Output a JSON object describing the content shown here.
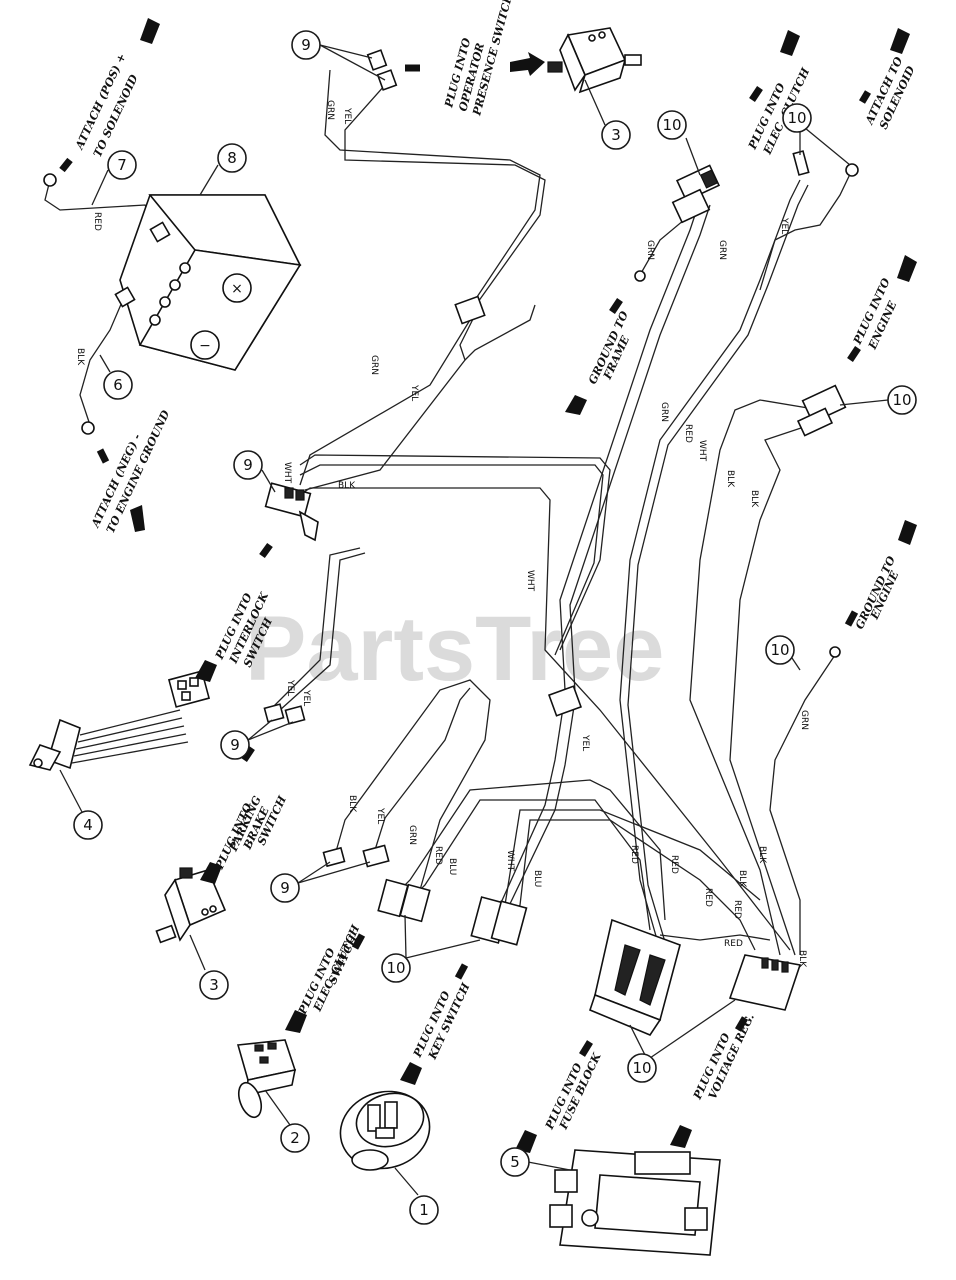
{
  "watermark": "PartsTree",
  "callouts": [
    "9",
    "3",
    "7",
    "8",
    "6",
    "10",
    "10",
    "10",
    "9",
    "4",
    "9",
    "3",
    "9",
    "2",
    "10",
    "1",
    "10",
    "5",
    "10"
  ],
  "notes": {
    "attach_pos": "ATTACH (POS) +",
    "to_solenoid": "TO SOLENOID",
    "plug_operator": "PLUG INTO",
    "operator_presence": "OPERATOR",
    "presence_switch": "PRESENCE SWITCH",
    "plug_clutch_top": "PLUG INTO",
    "elec_clutch_top": "ELEC. CLUTCH",
    "attach_solenoid": "ATTACH TO",
    "solenoid": "SOLENOID",
    "ground_frame": "GROUND TO",
    "frame": "FRAME",
    "plug_engine": "PLUG INTO",
    "engine": "ENGINE",
    "attach_neg": "ATTACH (NEG) -",
    "engine_ground": "TO ENGINE GROUND",
    "plug_interlock": "PLUG INTO",
    "interlock": "INTERLOCK",
    "interlock_switch": "SWITCH",
    "ground_engine": "GROUND TO",
    "ground_engine2": "ENGINE",
    "plug_parking": "PLUG INTO",
    "parking": "PARKING",
    "brake": "BRAKE",
    "brake_switch": "SWITCH",
    "plug_clutch_sw": "PLUG INTO",
    "elec_clutch_sw": "ELEC. CLUTCH",
    "clutch_switch": "SWITCH",
    "plug_key": "PLUG INTO",
    "key_switch": "KEY SWITCH",
    "plug_fuse": "PLUG INTO",
    "fuse_block": "FUSE BLOCK",
    "plug_voltage": "PLUG INTO",
    "voltage_reg": "VOLTAGE REG."
  },
  "wire_labels": {
    "red": "RED",
    "blk": "BLK",
    "grn": "GRN",
    "yel": "YEL",
    "wht": "WHT",
    "blu": "BLU"
  }
}
